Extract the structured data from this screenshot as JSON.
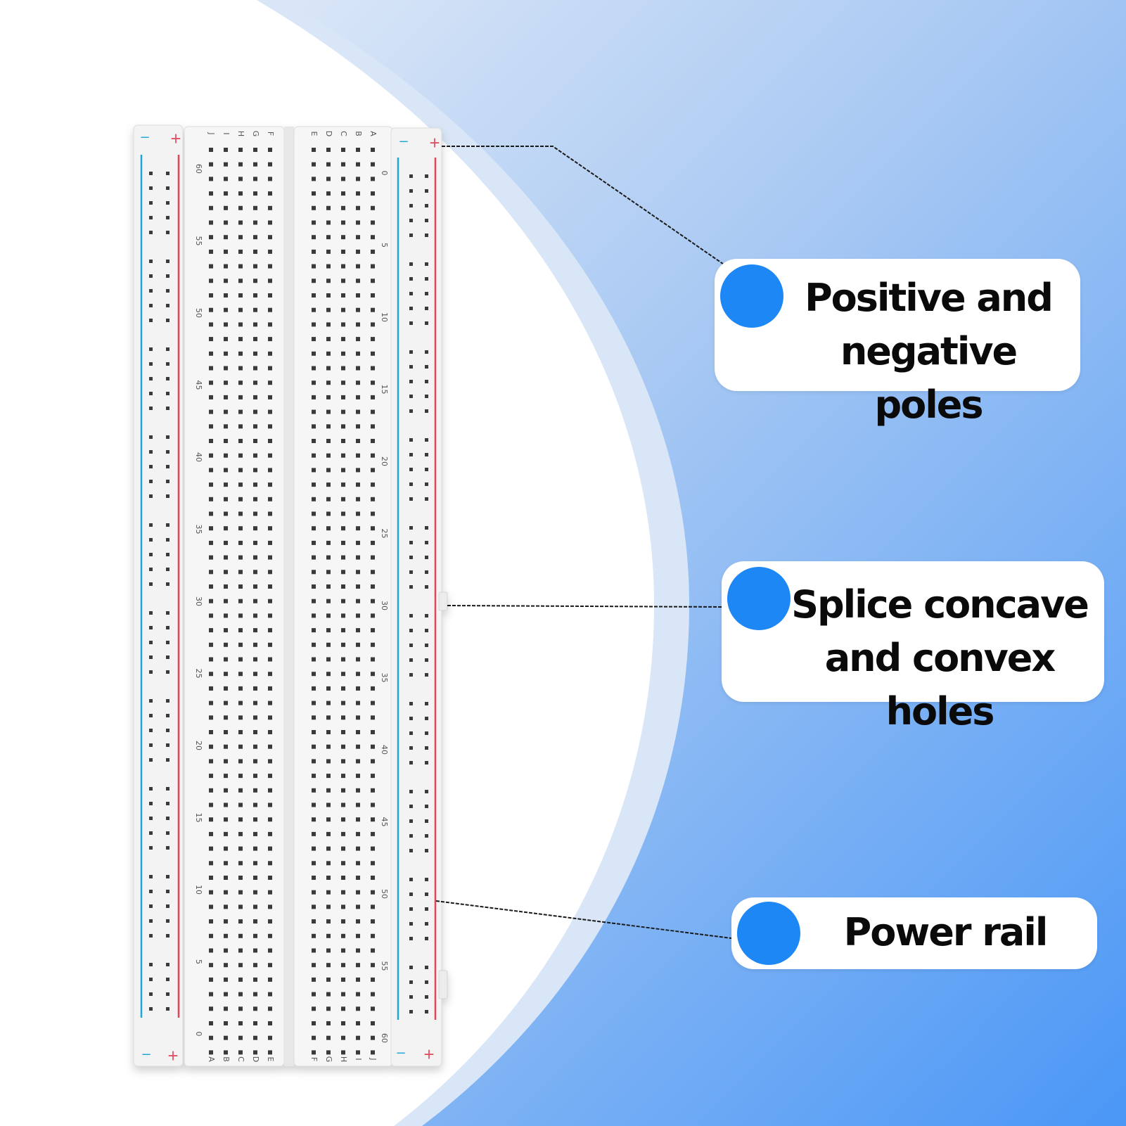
{
  "colors": {
    "accent_dot": "#1d87f5",
    "rail_negative": "#1fa8d6",
    "rail_positive": "#e0455a",
    "background_gradient_start": "#e8eef8",
    "background_gradient_end": "#4f9af5"
  },
  "callouts": [
    {
      "line1": "Positive and",
      "line2": "negative poles"
    },
    {
      "line1": "Splice concave",
      "line2": "and convex holes"
    },
    {
      "line1": "Power rail"
    }
  ],
  "board": {
    "rail_minus": "−",
    "rail_plus": "+",
    "left_column_letters": [
      "J",
      "I",
      "H",
      "G",
      "F"
    ],
    "right_column_letters": [
      "E",
      "D",
      "C",
      "B",
      "A"
    ],
    "left_bottom_letters": [
      "A",
      "B",
      "C",
      "D",
      "E"
    ],
    "right_bottom_letters": [
      "F",
      "G",
      "H",
      "I",
      "J"
    ],
    "left_row_numbers": [
      "60",
      "55",
      "50",
      "45",
      "40",
      "35",
      "30",
      "25",
      "20",
      "15",
      "10",
      "5",
      "0"
    ],
    "right_row_numbers": [
      "0",
      "5",
      "10",
      "15",
      "20",
      "25",
      "30",
      "35",
      "40",
      "45",
      "50",
      "55",
      "60"
    ]
  }
}
